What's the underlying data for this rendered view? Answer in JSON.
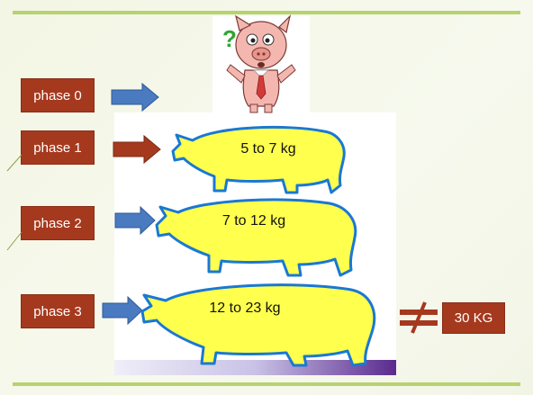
{
  "phases": [
    {
      "label": "phase 0",
      "arrow_color": "#4a7abf"
    },
    {
      "label": "phase 1",
      "arrow_color": "#a5391e"
    },
    {
      "label": "phase 2",
      "arrow_color": "#4a7abf"
    },
    {
      "label": "phase 3",
      "arrow_color": "#4a7abf"
    }
  ],
  "pigs": [
    {
      "weight_label": "5 to 7 kg"
    },
    {
      "weight_label": "7 to 12 kg"
    },
    {
      "weight_label": "12 to 23 kg"
    }
  ],
  "question_mark": "?",
  "result": {
    "label": "30 KG",
    "relation_symbol": "not-equal"
  },
  "colors": {
    "box_fill": "#a5391e",
    "pig_fill": "#ffff4d",
    "pig_stroke": "#1a78d4",
    "accent_green": "#b7d26f"
  },
  "icons": [
    "confused-pig-icon",
    "arrow-right-icon",
    "not-equal-icon"
  ]
}
